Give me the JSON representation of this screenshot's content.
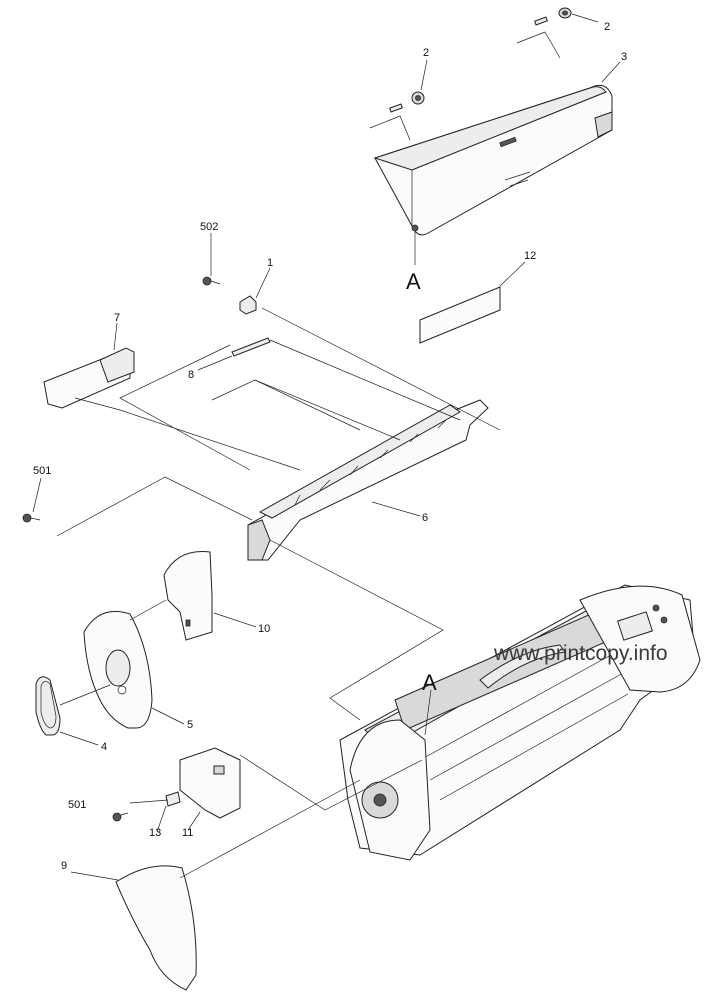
{
  "diagram": {
    "callouts": {
      "c1": "1",
      "c2a": "2",
      "c2b": "2",
      "c3": "3",
      "c4": "4",
      "c5": "5",
      "c6": "6",
      "c7": "7",
      "c8": "8",
      "c9": "9",
      "c10": "10",
      "c11": "11",
      "c12": "12",
      "c13": "13",
      "c501a": "501",
      "c501b": "501",
      "c502": "502",
      "refA1": "A",
      "refA2": "A"
    },
    "watermark": "www.printcopy.info"
  }
}
